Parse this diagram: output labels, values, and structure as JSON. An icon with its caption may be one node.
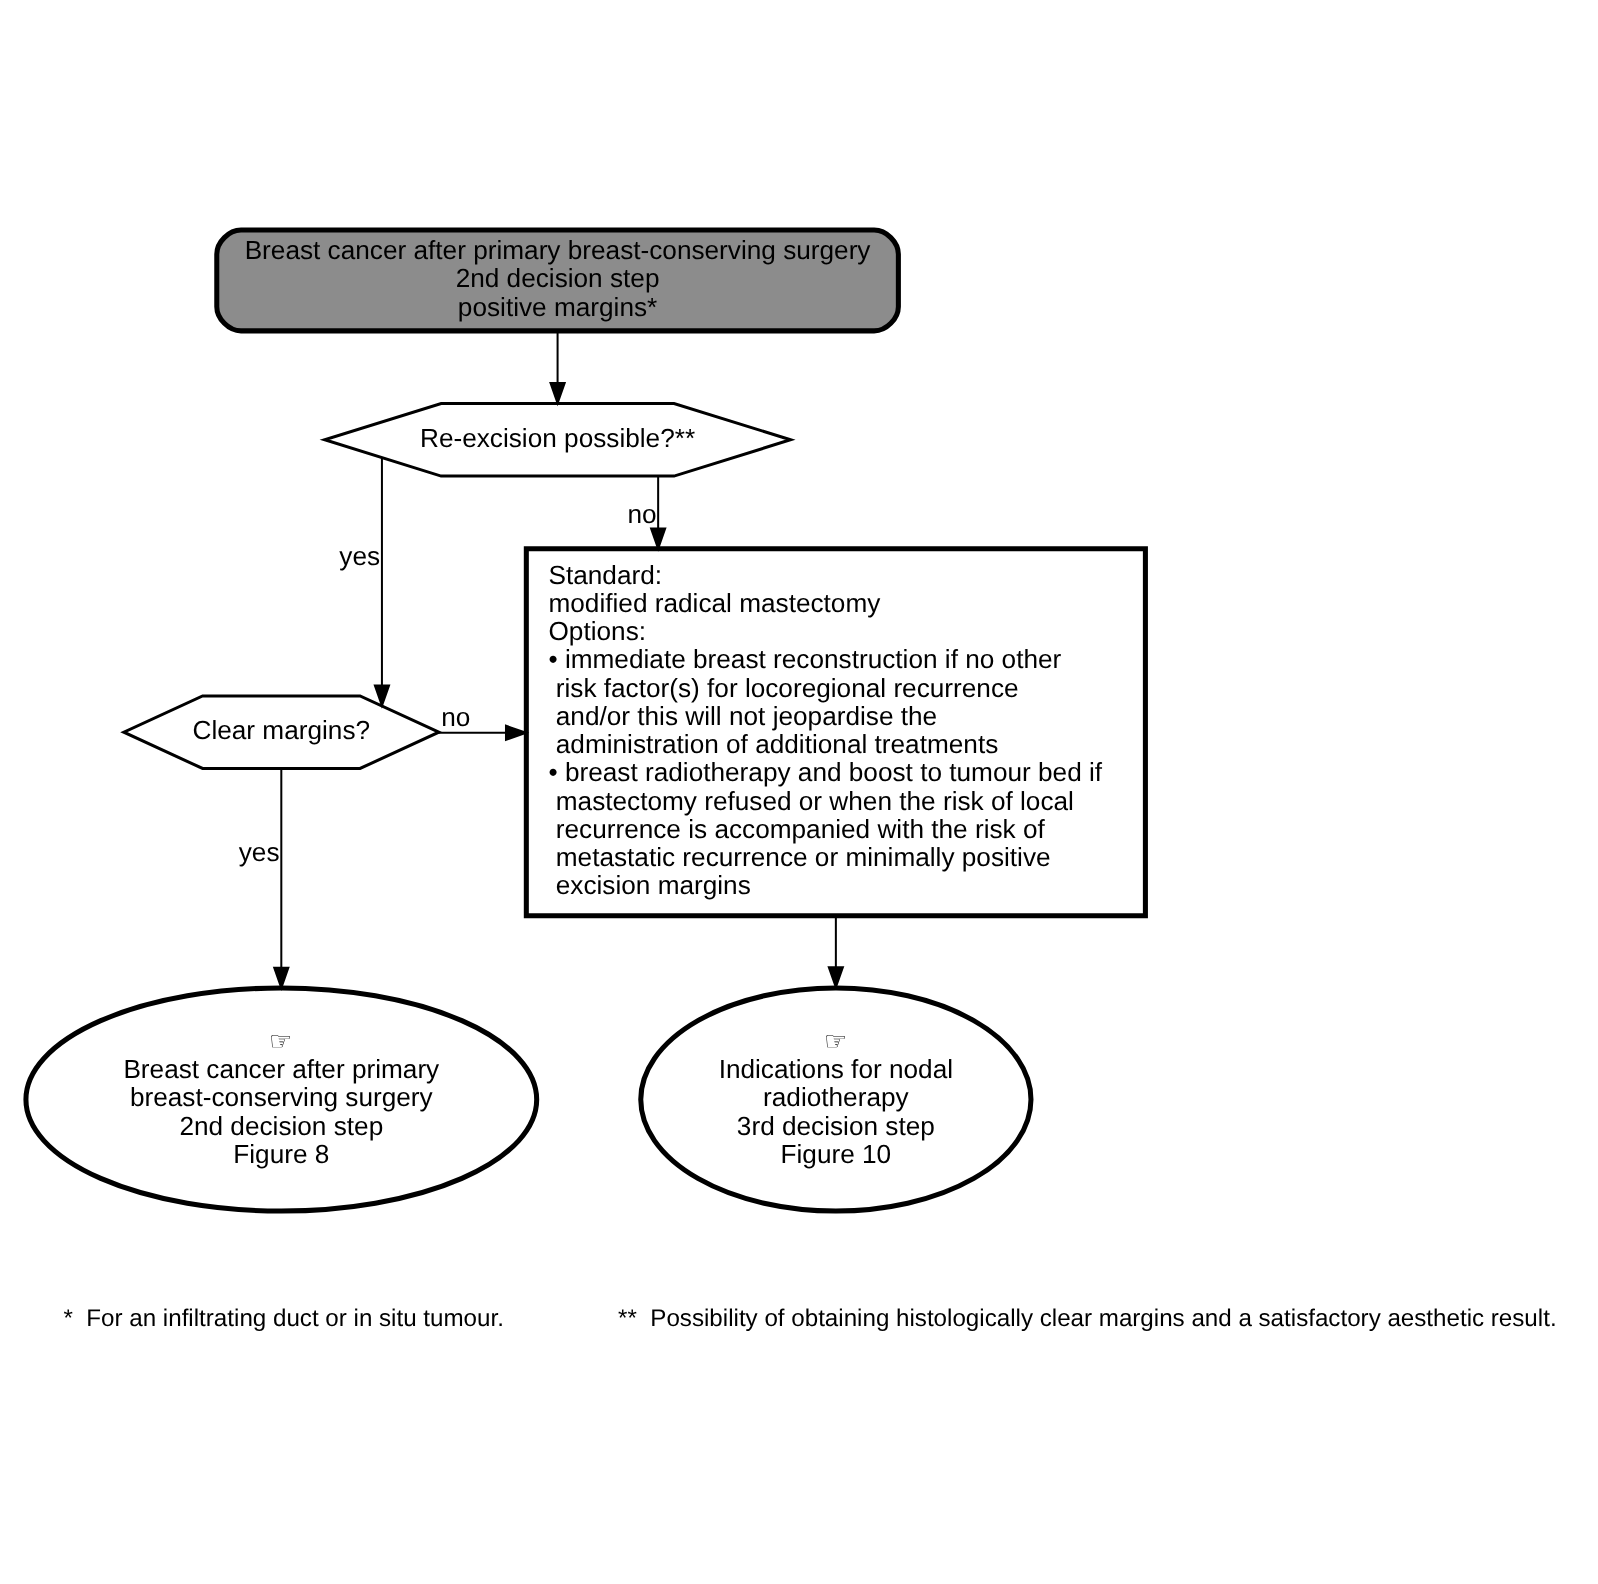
{
  "diagram": {
    "nodes": [
      {
        "text": [
          "Breast cancer after primary breast-conserving surgery",
          "2nd decision step",
          "positive margins*"
        ]
      },
      {
        "text": [
          "Re-excision possible?**"
        ]
      },
      {
        "text": [
          "Clear margins?"
        ]
      },
      {
        "text": [
          "Standard:",
          "modified radical mastectomy",
          "Options:",
          "• immediate breast reconstruction if no other risk factor(s) for locoregional recurrence and/or this will not jeopardise the administration of additional treatments",
          "• breast radiotherapy and boost to tumour bed if mastectomy refused or when the risk of local recurrence is accompanied with the risk of metastatic recurrence or minimally positive excision margins"
        ]
      },
      {
        "text": [
          "☞",
          "Breast cancer after primary breast-conserving surgery",
          "2nd decision step",
          "Figure 8"
        ]
      },
      {
        "text": [
          "☞",
          "Indications for nodal radiotherapy",
          "3rd decision step",
          "Figure 10"
        ]
      }
    ],
    "edges": [
      {
        "from": 0,
        "to": 1,
        "arrow": "to"
      },
      {
        "from": 1,
        "to": 2,
        "arrow": "to",
        "label": "yes"
      },
      {
        "from": 1,
        "to": 3,
        "arrow": "to",
        "label": "no"
      },
      {
        "from": 2,
        "to": 4,
        "arrow": "to",
        "label": "yes"
      },
      {
        "from": 2,
        "to": 3,
        "arrow": "to",
        "label": "no"
      },
      {
        "from": 3,
        "to": 5,
        "arrow": "to"
      }
    ],
    "labels": [
      "*  For an infiltrating duct or in situ tumour.",
      "**  Possibility of obtaining histologically clear margins and a satisfactory aesthetic result."
    ]
  }
}
